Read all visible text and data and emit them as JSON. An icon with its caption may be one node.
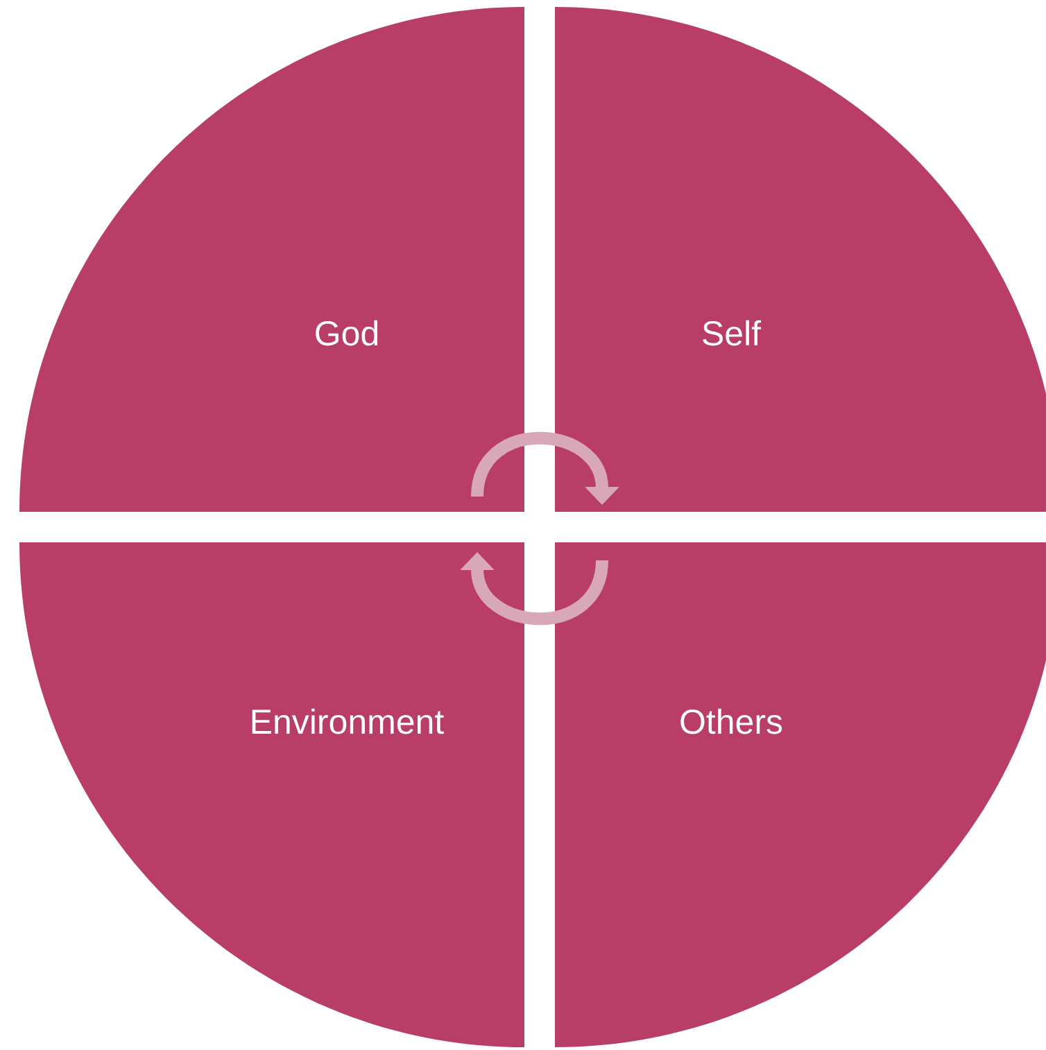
{
  "diagram": {
    "nodes": [
      {
        "text": [
          "God"
        ]
      },
      {
        "text": [
          "Self"
        ]
      },
      {
        "text": [
          "Environment"
        ]
      },
      {
        "text": [
          "Others"
        ]
      }
    ],
    "edges": [
      {
        "from": 0,
        "to": 1,
        "arrow": "to"
      },
      {
        "from": 3,
        "to": 2,
        "arrow": "to"
      }
    ]
  }
}
